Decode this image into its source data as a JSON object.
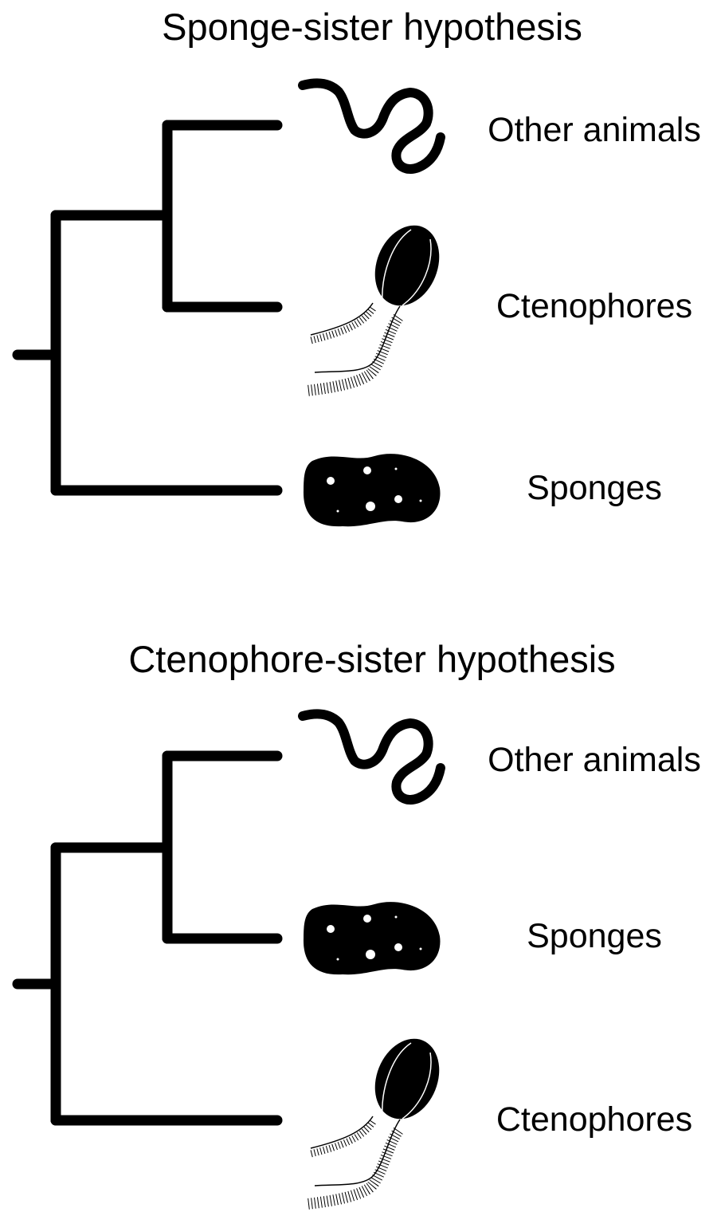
{
  "trees": [
    {
      "title": "Sponge-sister hypothesis",
      "taxa": [
        "Other animals",
        "Ctenophores",
        "Sponges"
      ]
    },
    {
      "title": "Ctenophore-sister hypothesis",
      "taxa": [
        "Other animals",
        "Sponges",
        "Ctenophores"
      ]
    }
  ],
  "colors": {
    "line": "#000000",
    "background": "#ffffff"
  }
}
